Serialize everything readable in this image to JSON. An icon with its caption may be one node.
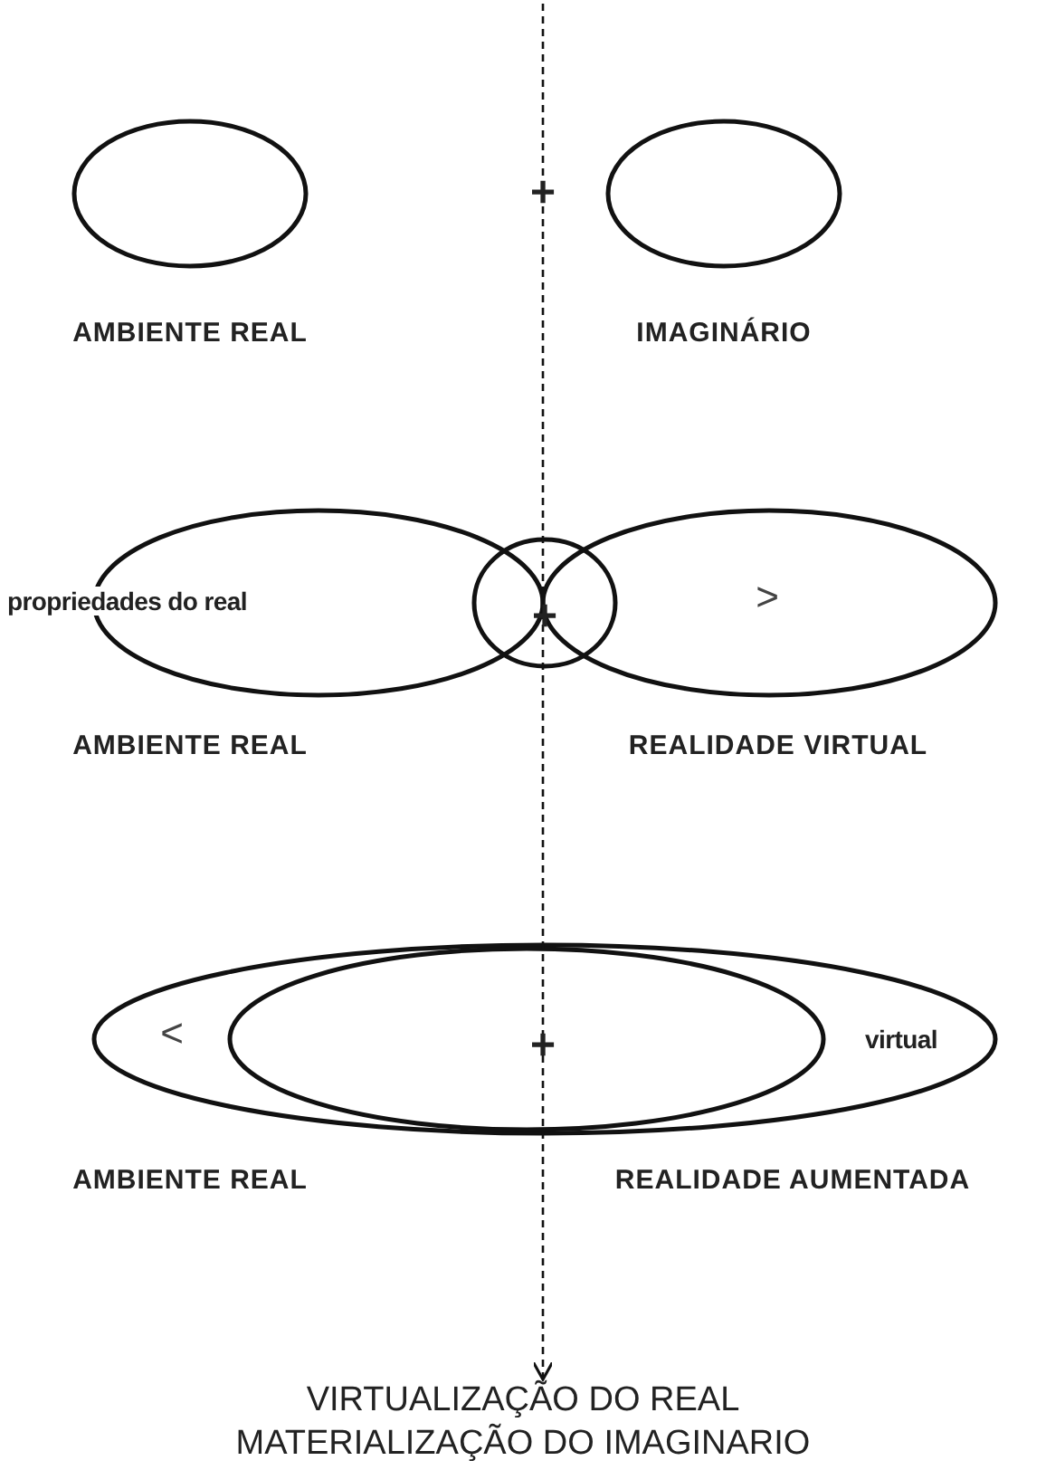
{
  "diagram": {
    "nodes": [
      {
        "text": [],
        "shape": "ellipse",
        "beside": [
          "AMBIENTE REAL"
        ]
      },
      {
        "text": [],
        "shape": "ellipse",
        "beside": [
          "IMAGINÁRIO"
        ]
      },
      {
        "text": [],
        "shape": "ellipse",
        "beside": [
          "AMBIENTE REAL"
        ]
      },
      {
        "text": [],
        "shape": "ellipse",
        "beside": [
          "REALIDADE VIRTUAL"
        ]
      },
      {
        "text": [],
        "shape": "ellipse"
      },
      {
        "text": [],
        "shape": "ellipse",
        "beside": [
          "AMBIENTE REAL"
        ]
      },
      {
        "text": [],
        "shape": "ellipse",
        "in": 5,
        "beside": [
          "REALIDADE AUMENTADA"
        ]
      },
      {
        "text": [
          "VIRTUALIZAÇÃO DO REAL",
          "MATERIALIZAÇÃO DO IMAGINARIO"
        ]
      }
    ],
    "edges": [
      {
        "from": null,
        "to": 7,
        "arrow": "to",
        "style": "dashed"
      }
    ],
    "labels": [
      "+",
      "propriedades do real",
      "+",
      ">",
      "<",
      "+",
      "virtual"
    ]
  }
}
